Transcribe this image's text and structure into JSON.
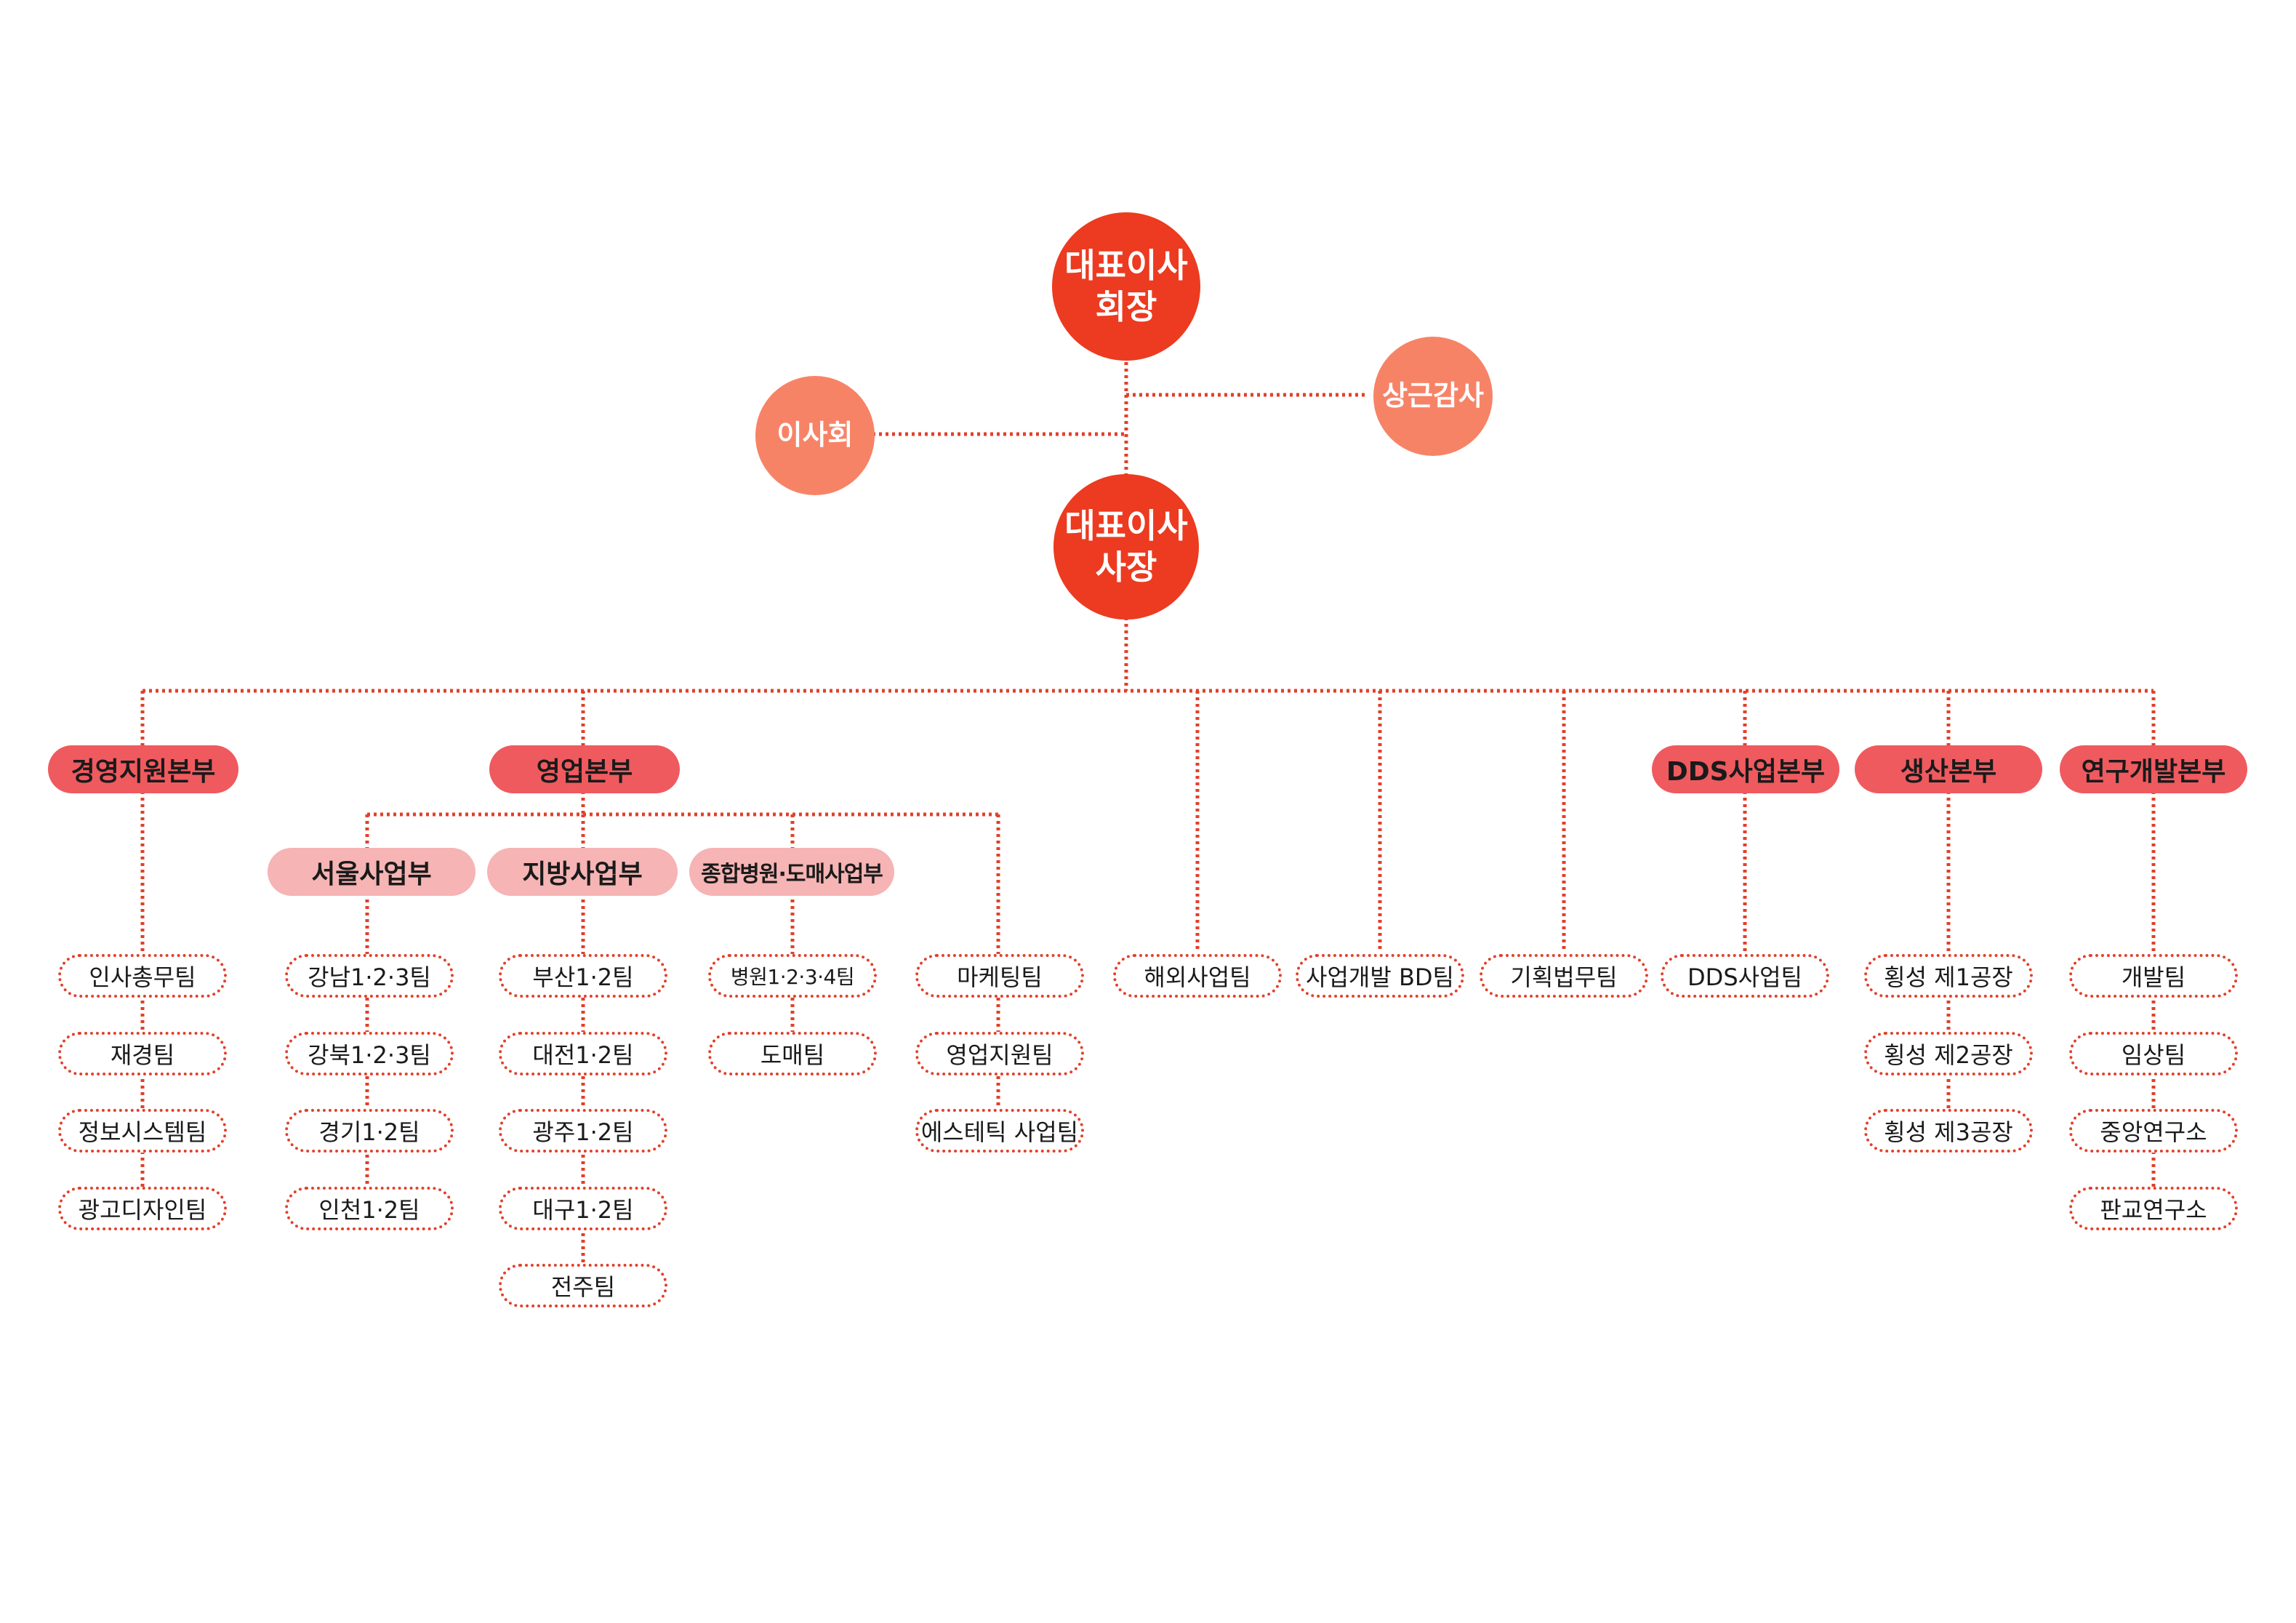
{
  "colors": {
    "primary_circle": "#ec3b20",
    "secondary_circle": "#f78367",
    "division": "#ef5a5f",
    "subdivision": "#f6b4b4",
    "connector": "#e2402a"
  },
  "top": {
    "chairman": {
      "line1": "대표이사",
      "line2": "회장"
    },
    "board": "이사회",
    "auditor": "상근감사",
    "ceo": {
      "line1": "대표이사",
      "line2": "사장"
    }
  },
  "divisions": {
    "management": "경영지원본부",
    "sales": "영업본부",
    "dds": "DDS사업본부",
    "production": "생산본부",
    "rnd": "연구개발본부"
  },
  "sales_units": {
    "seoul": "서울사업부",
    "regional": "지방사업부",
    "hospital": "종합병원·도매사업부"
  },
  "teams": {
    "management": [
      "인사총무팀",
      "재경팀",
      "정보시스템팀",
      "광고디자인팀"
    ],
    "seoul": [
      "강남1·2·3팀",
      "강북1·2·3팀",
      "경기1·2팀",
      "인천1·2팀"
    ],
    "regional": [
      "부산1·2팀",
      "대전1·2팀",
      "광주1·2팀",
      "대구1·2팀",
      "전주팀"
    ],
    "hospital": [
      "병원1·2·3·4팀",
      "도매팀"
    ],
    "marketing": [
      "마케팅팀",
      "영업지원팀",
      "에스테틱 사업팀"
    ],
    "overseas": "해외사업팀",
    "bd": "사업개발 BD팀",
    "planning": "기획법무팀",
    "dds": [
      "DDS사업팀"
    ],
    "production": [
      "횡성 제1공장",
      "횡성 제2공장",
      "횡성 제3공장"
    ],
    "rnd": [
      "개발팀",
      "임상팀",
      "중앙연구소",
      "판교연구소"
    ]
  }
}
